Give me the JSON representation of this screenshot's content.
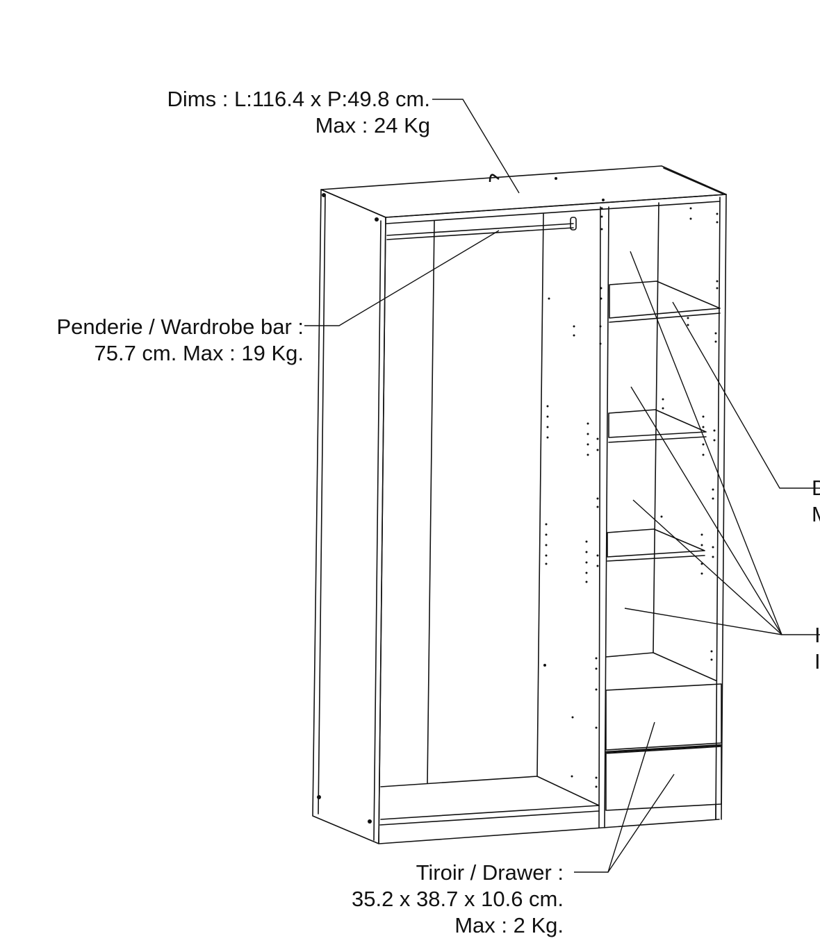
{
  "labels": {
    "top": {
      "line1": "Dims : L:116.4 x P:49.8 cm.",
      "line2": "Max : 24 Kg"
    },
    "wardrobe_bar": {
      "line1": "Penderie / Wardrobe bar :",
      "line2": "75.7 cm. Max : 19 Kg."
    },
    "drawer": {
      "line1": "Tiroir / Drawer :",
      "line2": "35.2 x 38.7 x 10.6 cm.",
      "line3": "Max : 2 Kg."
    },
    "cut_right_1": {
      "line1": "D",
      "line2": "M"
    },
    "cut_right_2": {
      "line1": "I",
      "line2": "I"
    }
  },
  "colors": {
    "ink": "#111111",
    "paper": "#ffffff"
  }
}
